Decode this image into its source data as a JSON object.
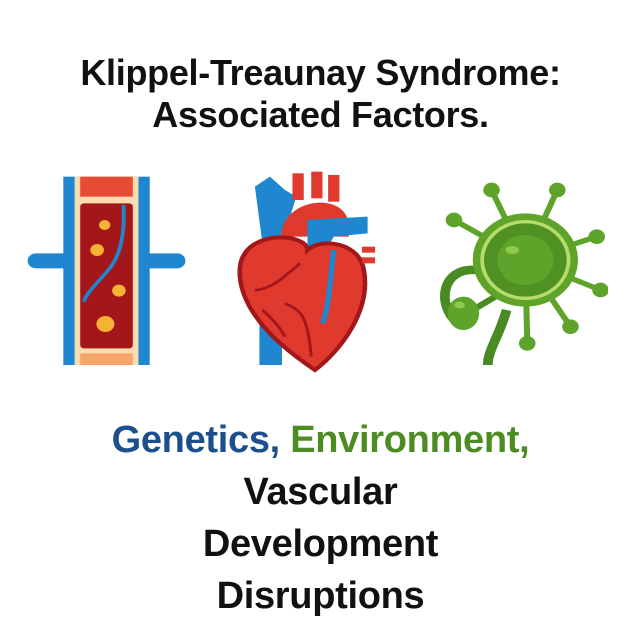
{
  "title": {
    "line1": "Klippel-Treaunay Syndrome:",
    "line2": "Associated Factors."
  },
  "icons": [
    "blood-vessel-icon",
    "heart-icon",
    "virus-icon"
  ],
  "caption": {
    "genetics": "Genetics,",
    "environment": "Environment,",
    "line2": "Vascular",
    "line3": "Development",
    "line4": "Disruptions"
  },
  "colors": {
    "genetics": "#1c4f8c",
    "environment": "#4d8c22",
    "vessel_blue": "#1f86d0",
    "heart_red": "#e03a2f",
    "virus_green": "#5ea32a"
  }
}
